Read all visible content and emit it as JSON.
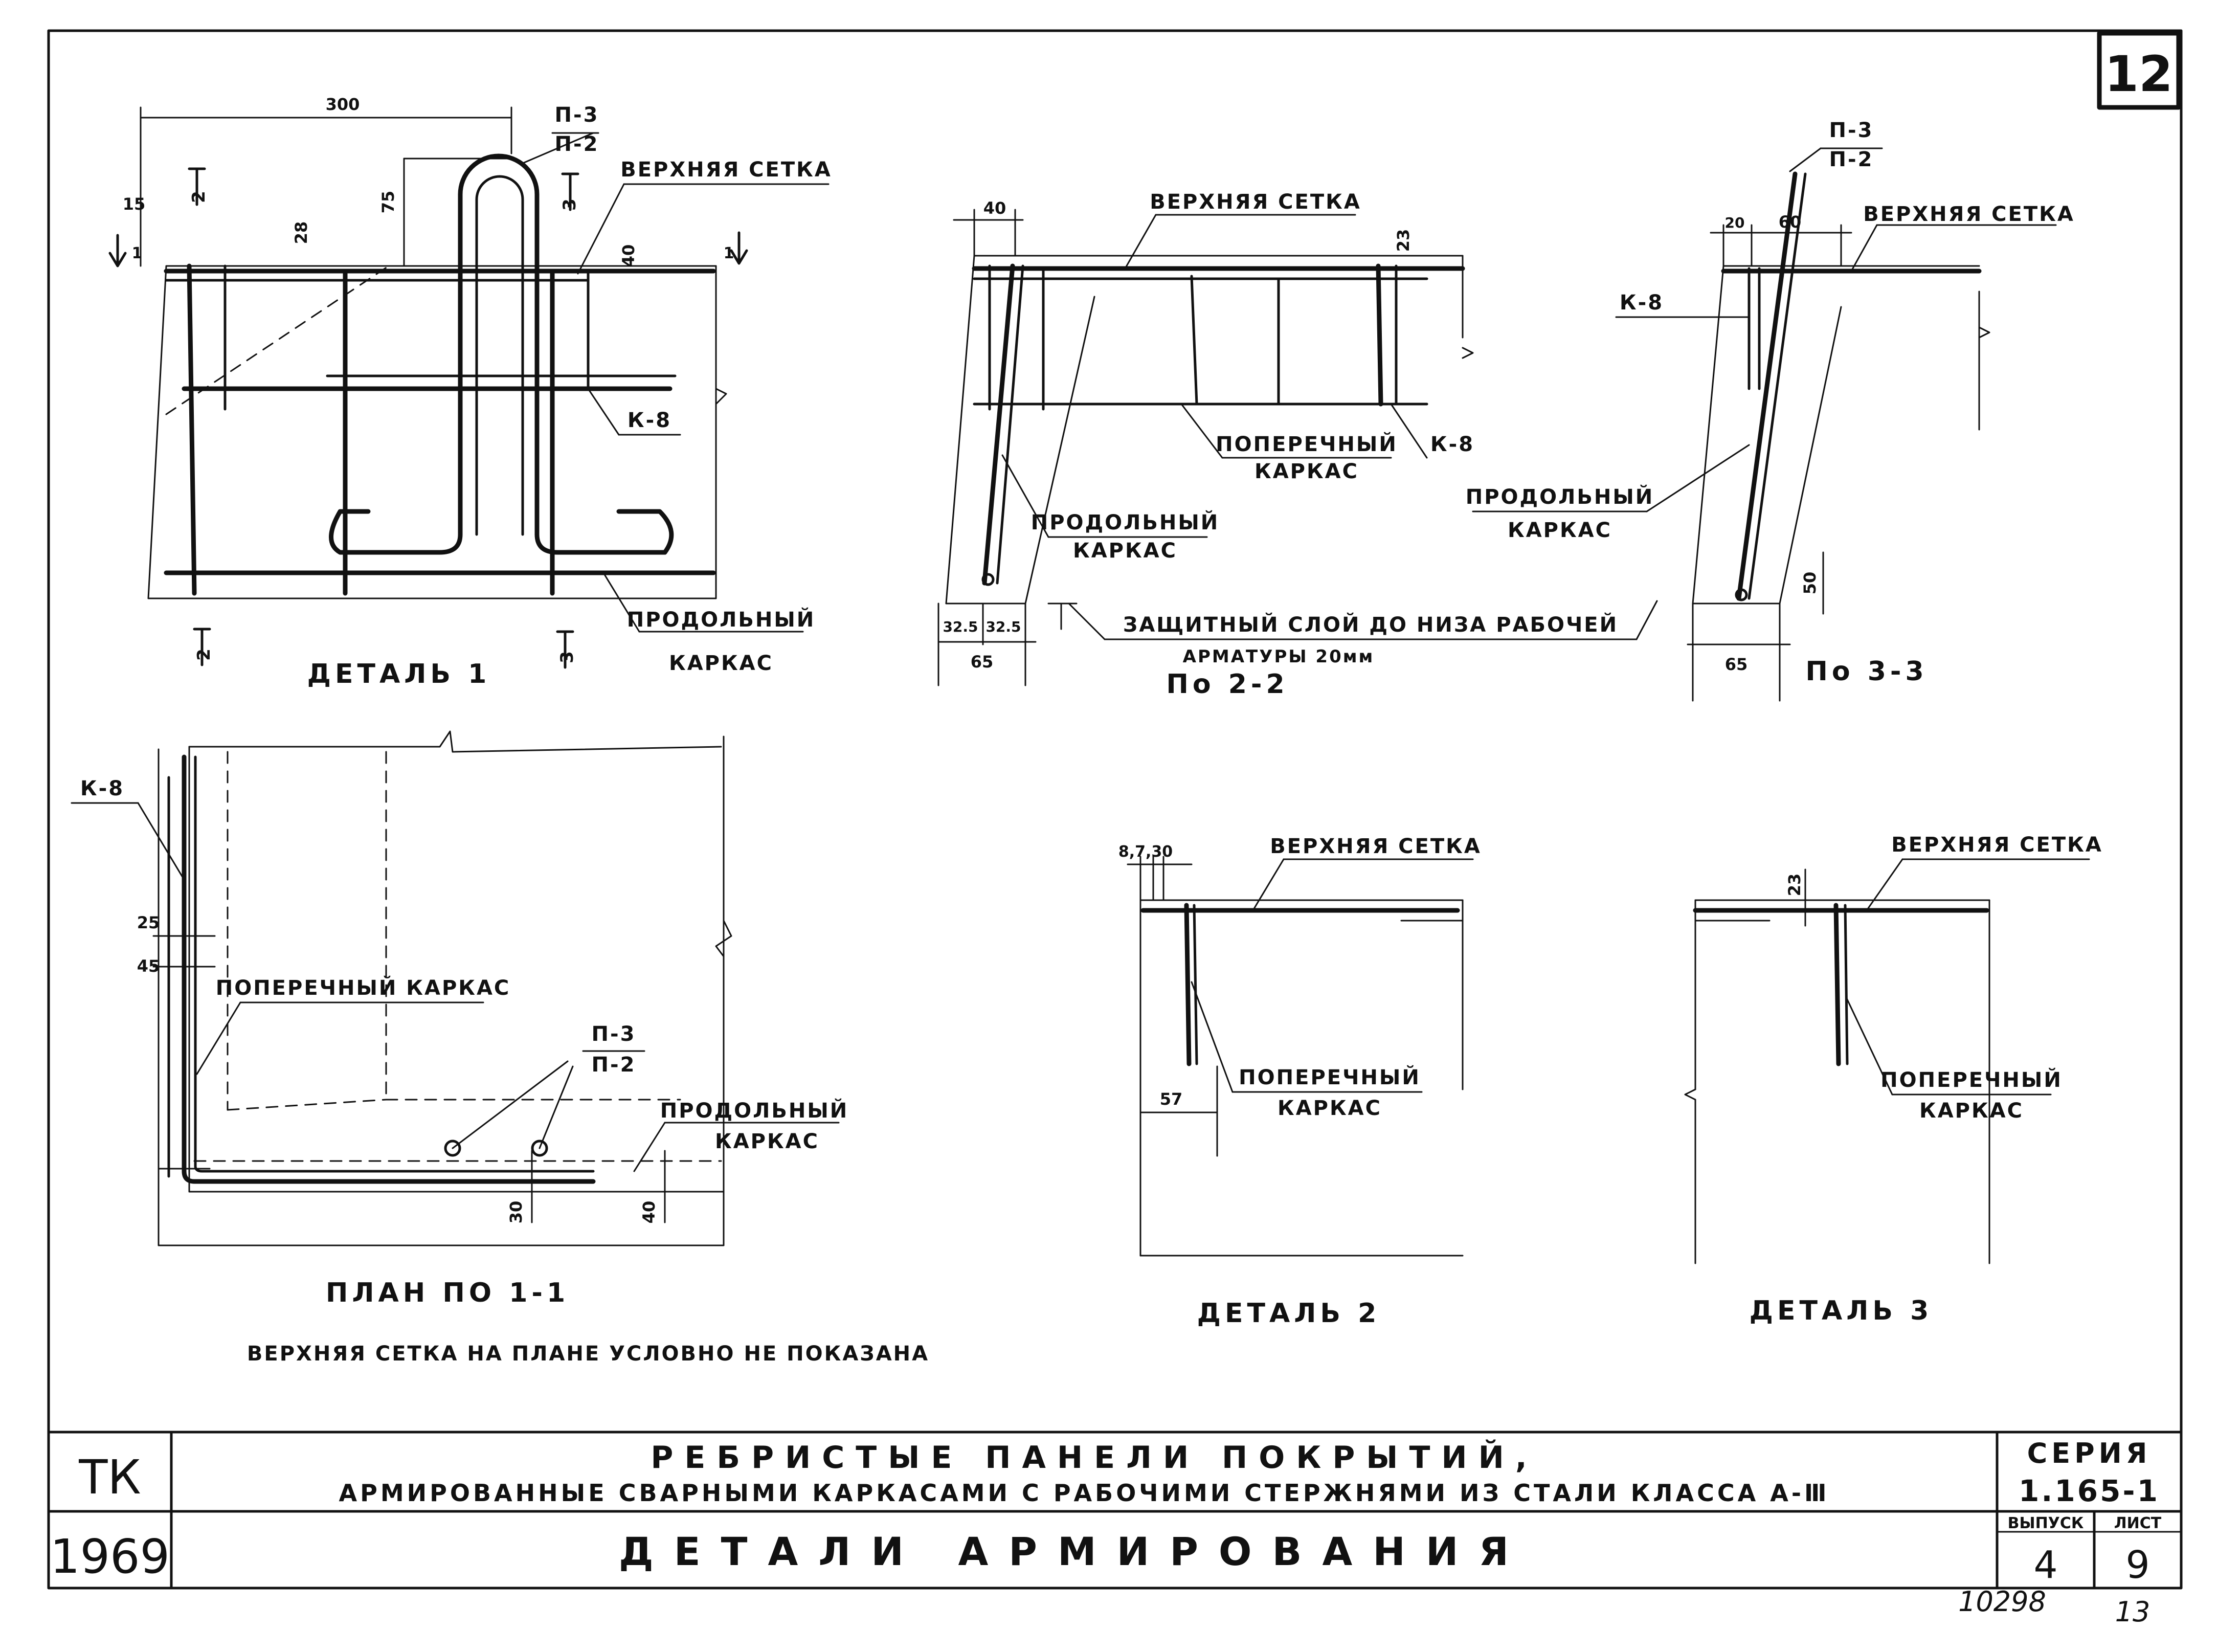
{
  "sheet": {
    "sheet_number": "12",
    "org": "ТК",
    "year": "1969",
    "title_line1": "РЕБРИСТЫЕ ПАНЕЛИ ПОКРЫТИЙ,",
    "title_line2": "АРМИРОВАННЫЕ СВАРНЫМИ КАРКАСАМИ С РАБОЧИМИ СТЕРЖНЯМИ ИЗ СТАЛИ КЛАССА А-Ⅲ",
    "subtitle": "ДЕТАЛИ АРМИРОВАНИЯ",
    "series_label": "СЕРИЯ",
    "series_value": "1.165-1",
    "issue_label": "ВЫПУСК",
    "issue_value": "4",
    "sheet_label": "ЛИСТ",
    "sheet_value": "9",
    "archive_number": "10298",
    "page_number": "13"
  },
  "detail1": {
    "caption": "ДЕТАЛЬ 1",
    "upper_mesh": "ВЕРХНЯЯ СЕТКА",
    "p3": "П-3",
    "p2": "П-2",
    "k8": "К-8",
    "long_frame_1": "ПРОДОЛЬНЫЙ",
    "long_frame_2": "КАРКАС",
    "dim_300": "300",
    "dim_15": "15",
    "dim_28": "28",
    "dim_75": "75",
    "dim_40": "40",
    "sec_2": "2",
    "sec_3": "3",
    "sec_1": "1"
  },
  "section22": {
    "caption": "По 2-2",
    "upper_mesh": "ВЕРХНЯЯ СЕТКА",
    "cross_frame_1": "ПОПЕРЕЧНЫЙ",
    "cross_frame_2": "КАРКАС",
    "k8": "К-8",
    "long_frame_1": "ПРОДОЛЬНЫЙ",
    "long_frame_2": "КАРКАС",
    "dim_40": "40",
    "dim_23": "23",
    "dim_325a": "32.5",
    "dim_325b": "32.5",
    "dim_65": "65",
    "note_1": "ЗАЩИТНЫЙ СЛОЙ ДО НИЗА РАБОЧЕЙ",
    "note_2": "АРМАТУРЫ 20мм"
  },
  "section33": {
    "caption": "По 3-3",
    "p3": "П-3",
    "p2": "П-2",
    "upper_mesh": "ВЕРХНЯЯ СЕТКА",
    "k8": "К-8",
    "long_frame_1": "ПРОДОЛЬНЫЙ",
    "long_frame_2": "КАРКАС",
    "dim_20": "20",
    "dim_60": "60",
    "dim_50": "50",
    "dim_65": "65"
  },
  "plan11": {
    "caption": "ПЛАН ПО 1-1",
    "note": "ВЕРХНЯЯ СЕТКА НА ПЛАНЕ УСЛОВНО НЕ ПОКАЗАНА",
    "k8": "К-8",
    "cross_frame": "ПОПЕРЕЧНЫЙ КАРКАС",
    "p3": "П-3",
    "p2": "П-2",
    "long_frame_1": "ПРОДОЛЬНЫЙ",
    "long_frame_2": "КАРКАС",
    "dim_25": "25",
    "dim_45": "45",
    "dim_30": "30",
    "dim_40": "40"
  },
  "detail2": {
    "caption": "ДЕТАЛЬ 2",
    "upper_mesh": "ВЕРХНЯЯ СЕТКА",
    "cross_frame_1": "ПОПЕРЕЧНЫЙ",
    "cross_frame_2": "КАРКАС",
    "dim_top": "8,7,30",
    "dim_57": "57"
  },
  "detail3": {
    "caption": "ДЕТАЛЬ 3",
    "upper_mesh": "ВЕРХНЯЯ СЕТКА",
    "cross_frame_1": "ПОПЕРЕЧНЫЙ",
    "cross_frame_2": "КАРКАС",
    "dim_23": "23"
  }
}
